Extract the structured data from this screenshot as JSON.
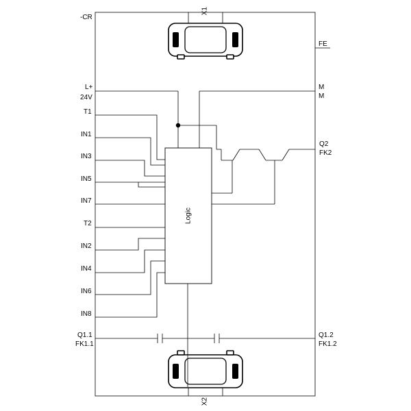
{
  "labels": {
    "cr": "-CR",
    "x1": "X1",
    "x2": "X2",
    "fe": "FE",
    "lplus": "L+",
    "v24": "24V",
    "m_top": "M",
    "m_bottom": "M",
    "t1": "T1",
    "t2": "T2",
    "in1": "IN1",
    "in2": "IN2",
    "in3": "IN3",
    "in4": "IN4",
    "in5": "IN5",
    "in6": "IN6",
    "in7": "IN7",
    "in8": "IN8",
    "q2": "Q2",
    "fk2": "FK2",
    "q11": "Q1.1",
    "fk11": "FK1.1",
    "q12": "Q1.2",
    "fk12": "FK1.2",
    "logic": "Logic"
  },
  "colors": {
    "line": "#000000",
    "background": "#ffffff"
  }
}
